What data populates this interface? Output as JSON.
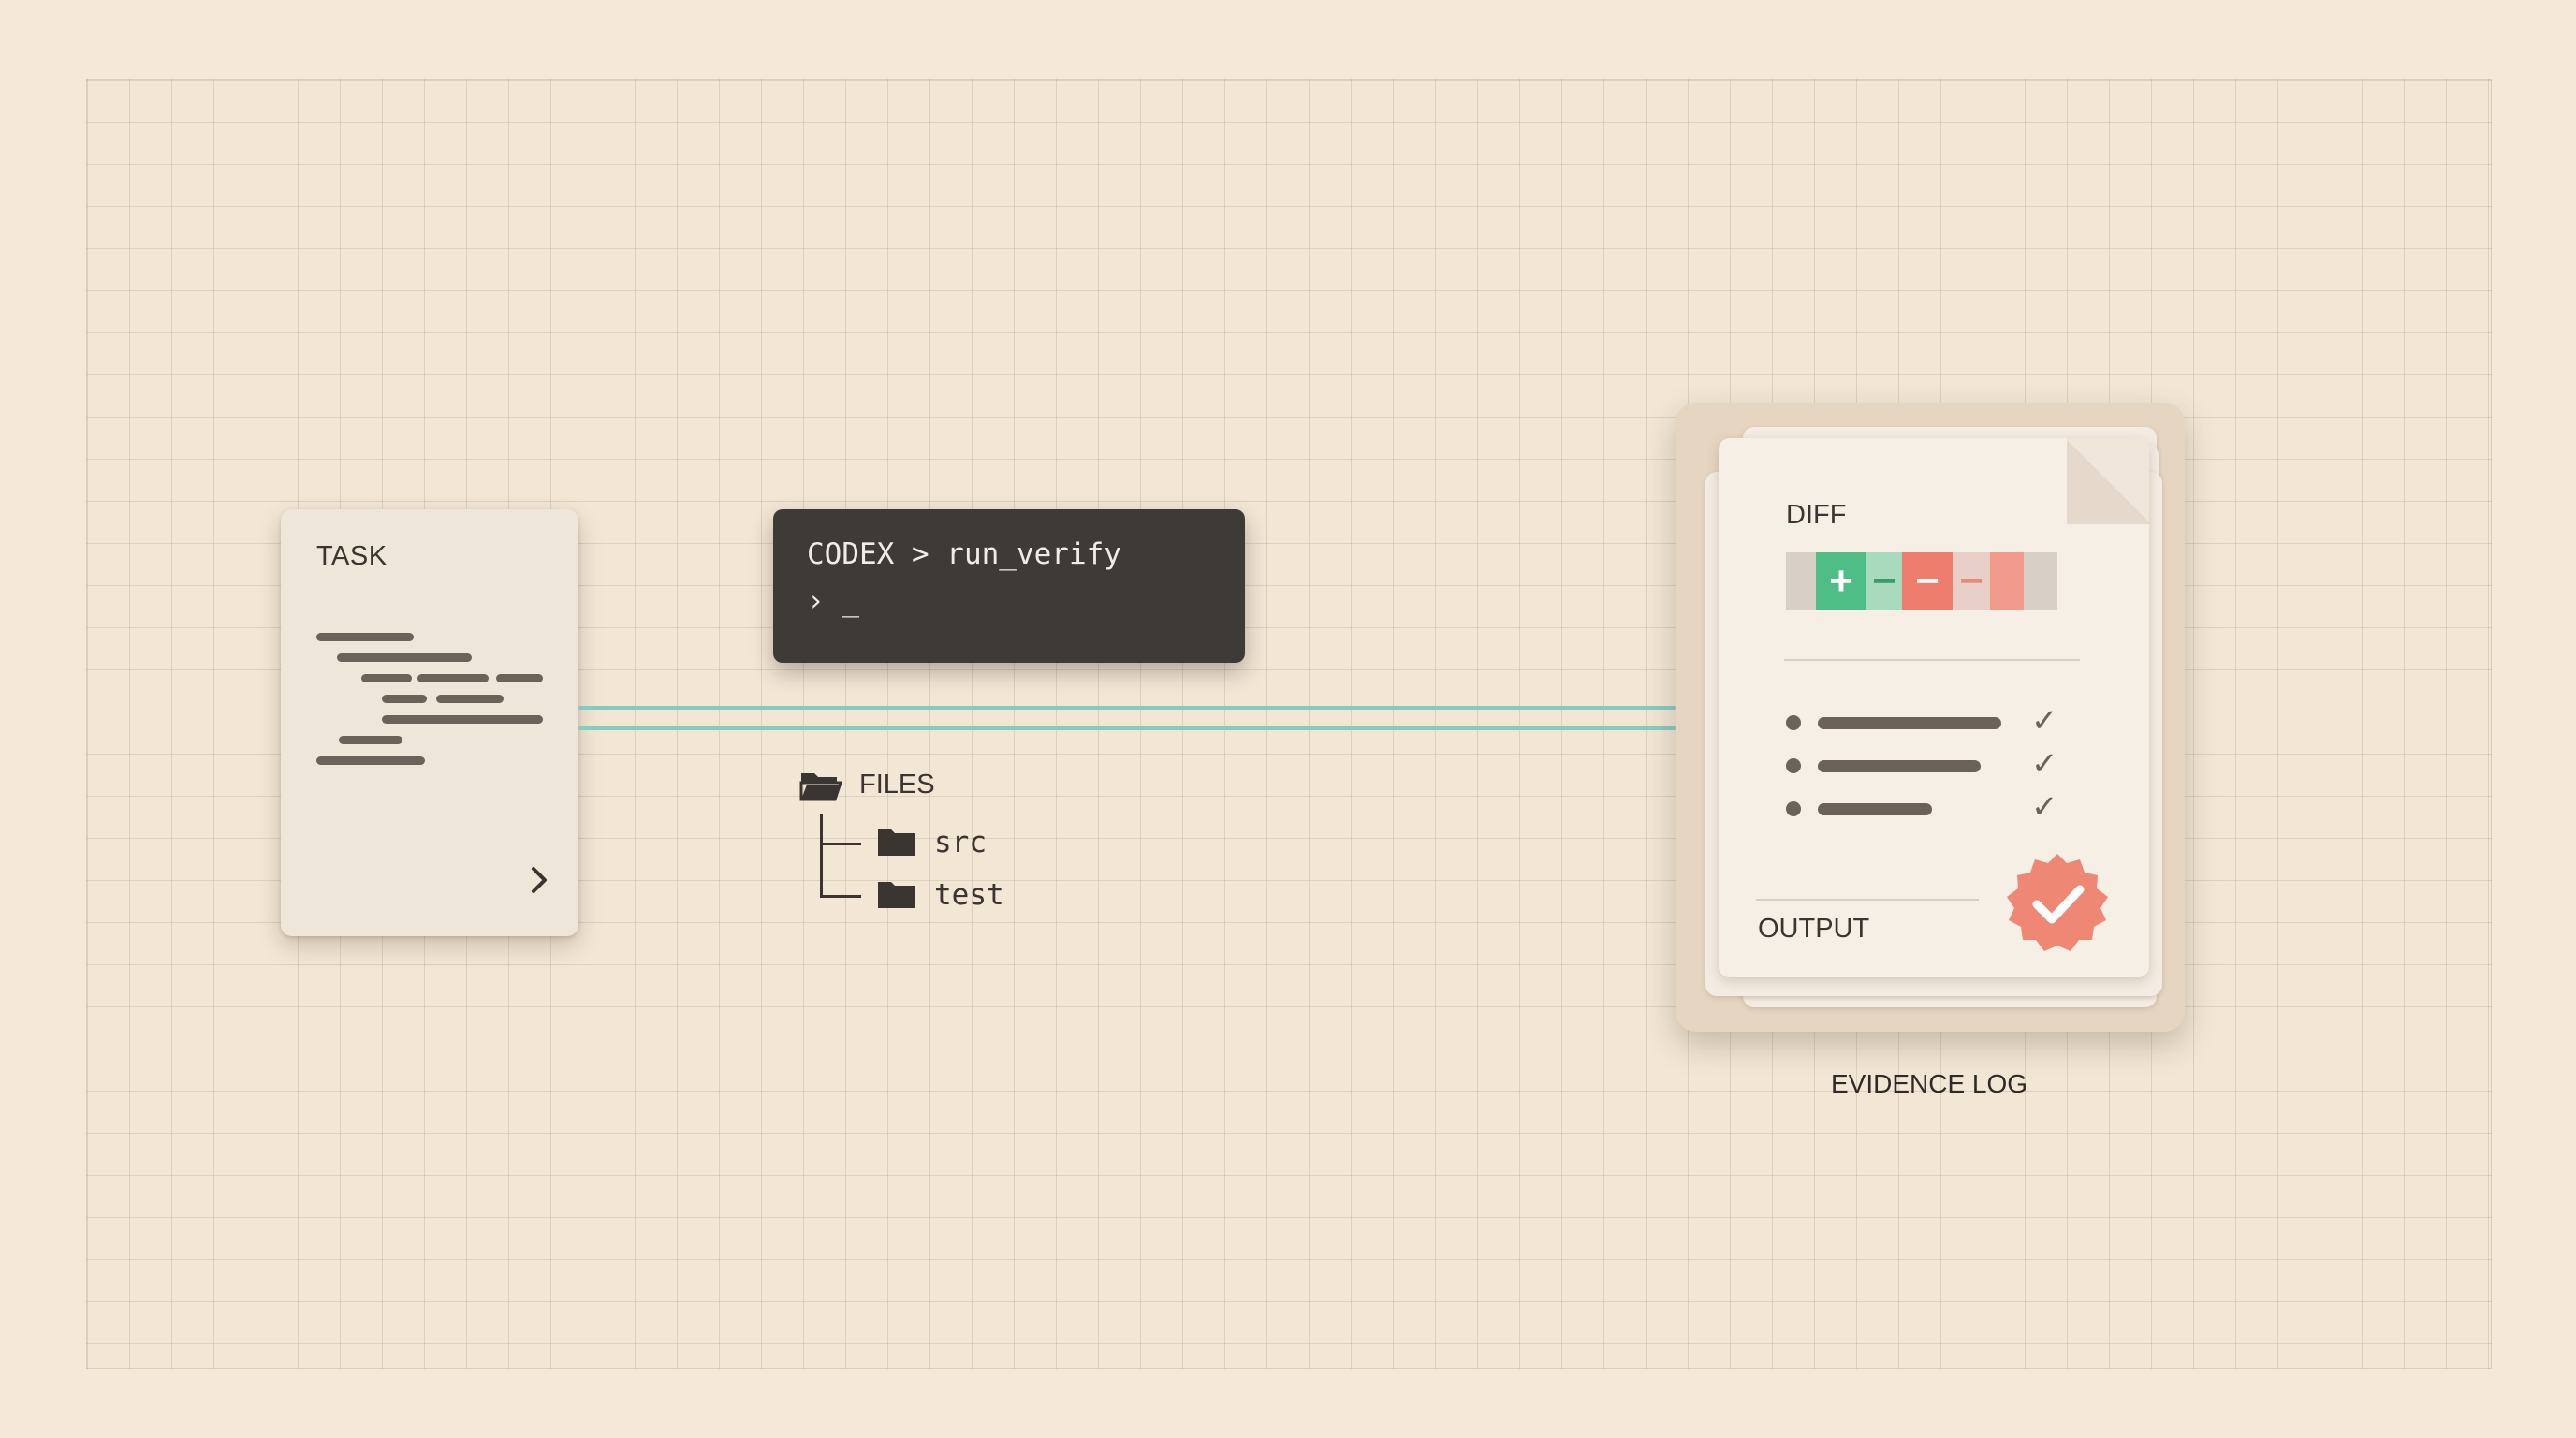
{
  "task": {
    "title": "TASK",
    "chevron": "›"
  },
  "terminal": {
    "line1": "CODEX > run_verify",
    "line2": "› _"
  },
  "files": {
    "label": "FILES",
    "folders": [
      "src",
      "test"
    ]
  },
  "evidence": {
    "diff_label": "DIFF",
    "diff_cells": [
      "",
      "+",
      "−",
      "−",
      "−",
      "",
      ""
    ],
    "output_label": "OUTPUT",
    "log_label": "EVIDENCE LOG",
    "check_glyph": "✓"
  },
  "colors": {
    "connector_teal": "#7cc9bf",
    "diff_add": "#4fbe86",
    "diff_add_light": "#a8dbbe",
    "diff_remove": "#ee7d6e",
    "diff_remove_light": "#f4b6aa",
    "diff_neutral": "#d8d0c6",
    "stamp": "#ef8775"
  },
  "icons": [
    "chevron-right-icon",
    "folder-open-icon",
    "folder-icon",
    "check-icon",
    "verified-stamp-icon"
  ]
}
